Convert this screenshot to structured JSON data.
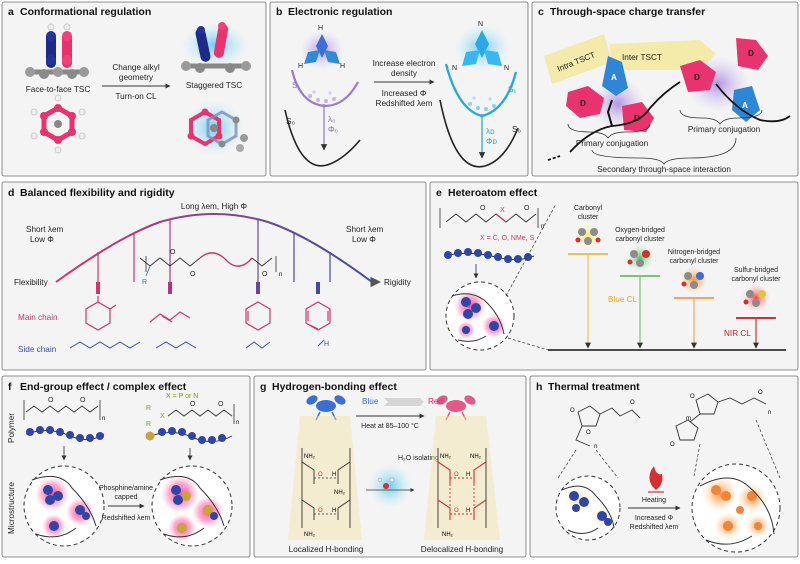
{
  "panels": {
    "a": {
      "letter": "a",
      "title": "Conformational regulation",
      "left_label": "Face-to-face TSC",
      "arrow_top_1": "Change alkyl",
      "arrow_top_2": "geometry",
      "arrow_bottom": "Turn-on CL",
      "right_label": "Staggered TSC"
    },
    "b": {
      "letter": "b",
      "title": "Electronic regulation",
      "s1": "S₁",
      "s0": "S₀",
      "lambda0": "λ₀",
      "phi0": "Φ₀",
      "lambdaD": "λᴅ",
      "phiD": "Φᴅ",
      "arrow_top_1": "Increase electron",
      "arrow_top_2": "density",
      "arrow_bottom_1": "Increased Φ",
      "arrow_bottom_2": "Redshifted λem",
      "atom_h": "H",
      "atom_n": "N"
    },
    "c": {
      "letter": "c",
      "title": "Through-space charge transfer",
      "intra": "Intra TSCT",
      "inter": "Inter TSCT",
      "donor": "D",
      "acceptor": "A",
      "primary_left": "Primary conjugation",
      "primary_right": "Primary conjugation",
      "secondary": "Secondary through-space interaction"
    },
    "d": {
      "letter": "d",
      "title": "Balanced flexibility and rigidity",
      "top": "Long λem, High Φ",
      "left_short": "Short λem",
      "left_low": "Low Φ",
      "right_short": "Short λem",
      "right_low": "Low Φ",
      "flexibility": "Flexibility",
      "rigidity": "Rigidity",
      "main_chain": "Main chain",
      "side_chain": "Side chain",
      "r": "R",
      "h": "H",
      "o": "O",
      "n": "n"
    },
    "e": {
      "letter": "e",
      "title": "Heteroatom effect",
      "x_def": "X = C, O, NMe, S",
      "x": "X",
      "o": "O",
      "n": "n",
      "carbonyl": [
        "Carbonyl",
        "cluster"
      ],
      "oxygen": [
        "Oxygen-bridged",
        "carbonyl cluster"
      ],
      "nitrogen": [
        "Nitrogen-bridged",
        "carbonyl cluster"
      ],
      "sulfur": [
        "Sulfur-bridged",
        "carbonyl cluster"
      ],
      "blue_cl": "Blue CL",
      "nir_cl": "NIR CL"
    },
    "f": {
      "letter": "f",
      "title": "End-group effect / complex effect",
      "polymer": "Polymer",
      "microstructure": "Microstructure",
      "xdef": "X = P or N",
      "x": "X",
      "r": "R",
      "o": "O",
      "n": "n",
      "capped_1": "Phosphine/amine",
      "capped_2": "capped",
      "redshift": "Redshifted λem"
    },
    "g": {
      "letter": "g",
      "title": "Hydrogen-bonding effect",
      "blue": "Blue",
      "red": "Red",
      "heat": "Heat at 85–100 °C",
      "h2o": "H₂O isolating",
      "localized": "Localized H-bonding",
      "delocalized": "Delocalized H-bonding",
      "nh2": "NH₂",
      "o": "O",
      "h": "H",
      "n": "N",
      "nl": "n"
    },
    "h": {
      "letter": "h",
      "title": "Thermal treatment",
      "heating": "Heating",
      "phi": "Increased Φ",
      "redshift": "Redshifted λem",
      "o": "O",
      "m": "m",
      "n": "n"
    }
  },
  "colors": {
    "pink": "#e8336f",
    "navy": "#1c2a8a",
    "blue": "#3b6fd1",
    "cyan": "#7fd6f2",
    "purple": "#8a6fc8",
    "orange": "#f7a25a",
    "red": "#d62f2f",
    "green": "#7cc576",
    "yellow": "#f3c242",
    "gold": "#efe1a0",
    "frame": "#f4f4f4"
  }
}
